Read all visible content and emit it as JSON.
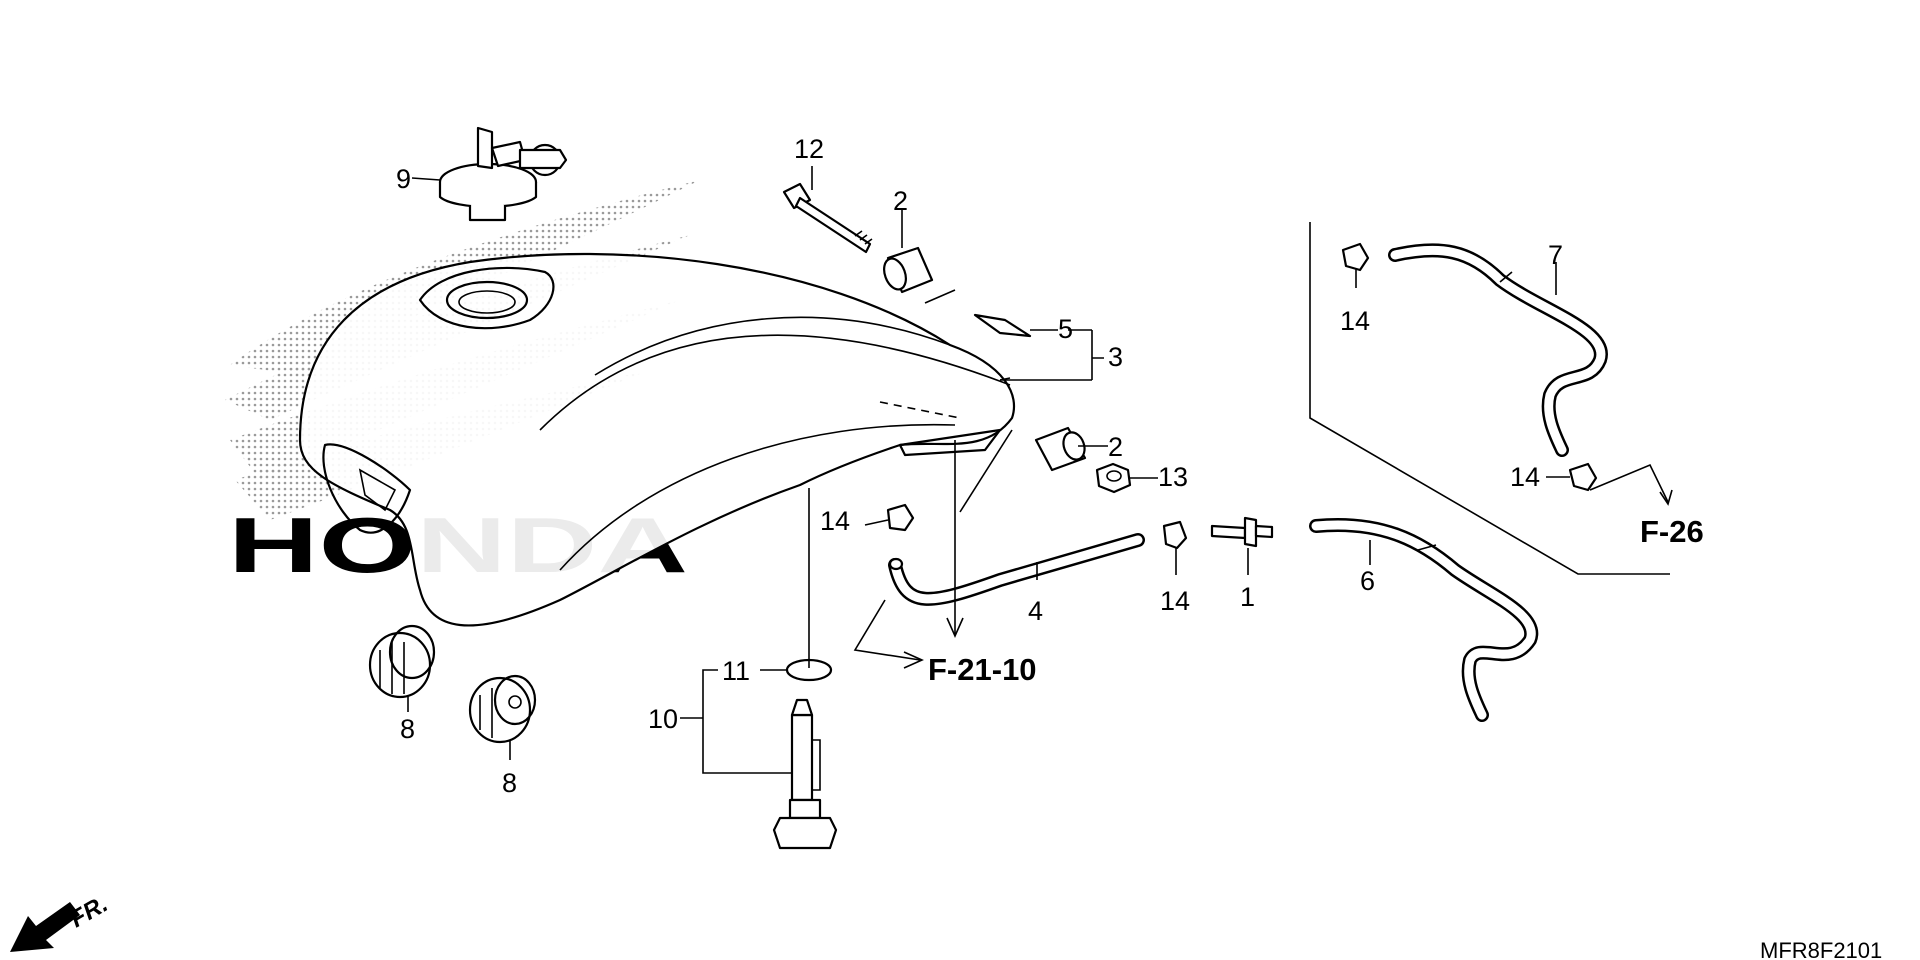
{
  "callouts": {
    "c1": "1",
    "c2a": "2",
    "c2b": "2",
    "c3": "3",
    "c4": "4",
    "c5": "5",
    "c6": "6",
    "c7": "7",
    "c8a": "8",
    "c8b": "8",
    "c9": "9",
    "c10": "10",
    "c11": "11",
    "c12": "12",
    "c13": "13",
    "c14a": "14",
    "c14b": "14",
    "c14c": "14",
    "c14d": "14"
  },
  "references": {
    "f2110": "F-21-10",
    "f26": "F-26"
  },
  "diagram_code": "MFR8F2101",
  "front_label": "FR.",
  "watermark_text": "HONDA",
  "colors": {
    "line": "#000000",
    "background": "#ffffff",
    "watermark_dots": "#9a9a9a"
  }
}
